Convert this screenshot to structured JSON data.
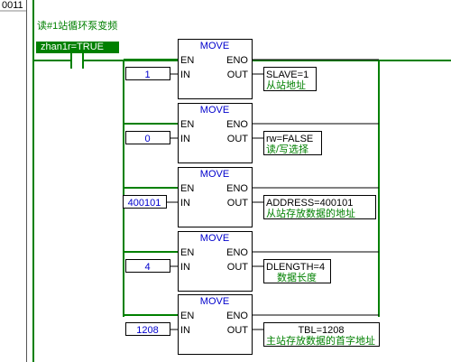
{
  "rung": {
    "number": "0011",
    "comment": "读#1站循环泵变频",
    "contact": "zhan1r=TRUE"
  },
  "blocks": [
    {
      "title": "MOVE",
      "en": "EN",
      "eno": "ENO",
      "in": "IN",
      "out": "OUT",
      "input": "1",
      "output": "SLAVE=1",
      "output_comment": "从站地址"
    },
    {
      "title": "MOVE",
      "en": "EN",
      "eno": "ENO",
      "in": "IN",
      "out": "OUT",
      "input": "0",
      "output": "rw=FALSE",
      "output_comment": "读/写选择"
    },
    {
      "title": "MOVE",
      "en": "EN",
      "eno": "ENO",
      "in": "IN",
      "out": "OUT",
      "input": "400101",
      "output": "ADDRESS=400101",
      "output_comment": "从站存放数据的地址"
    },
    {
      "title": "MOVE",
      "en": "EN",
      "eno": "ENO",
      "in": "IN",
      "out": "OUT",
      "input": "4",
      "output": "DLENGTH=4",
      "output_comment": "数据长度"
    },
    {
      "title": "MOVE",
      "en": "EN",
      "eno": "ENO",
      "in": "IN",
      "out": "OUT",
      "input": "1208",
      "output": "TBL=1208",
      "output_comment": "主站存放数据的首字地址"
    }
  ],
  "colors": {
    "rail": "#008000",
    "block_border": "#000000",
    "value_text": "#0000cc",
    "comment": "#008000"
  }
}
